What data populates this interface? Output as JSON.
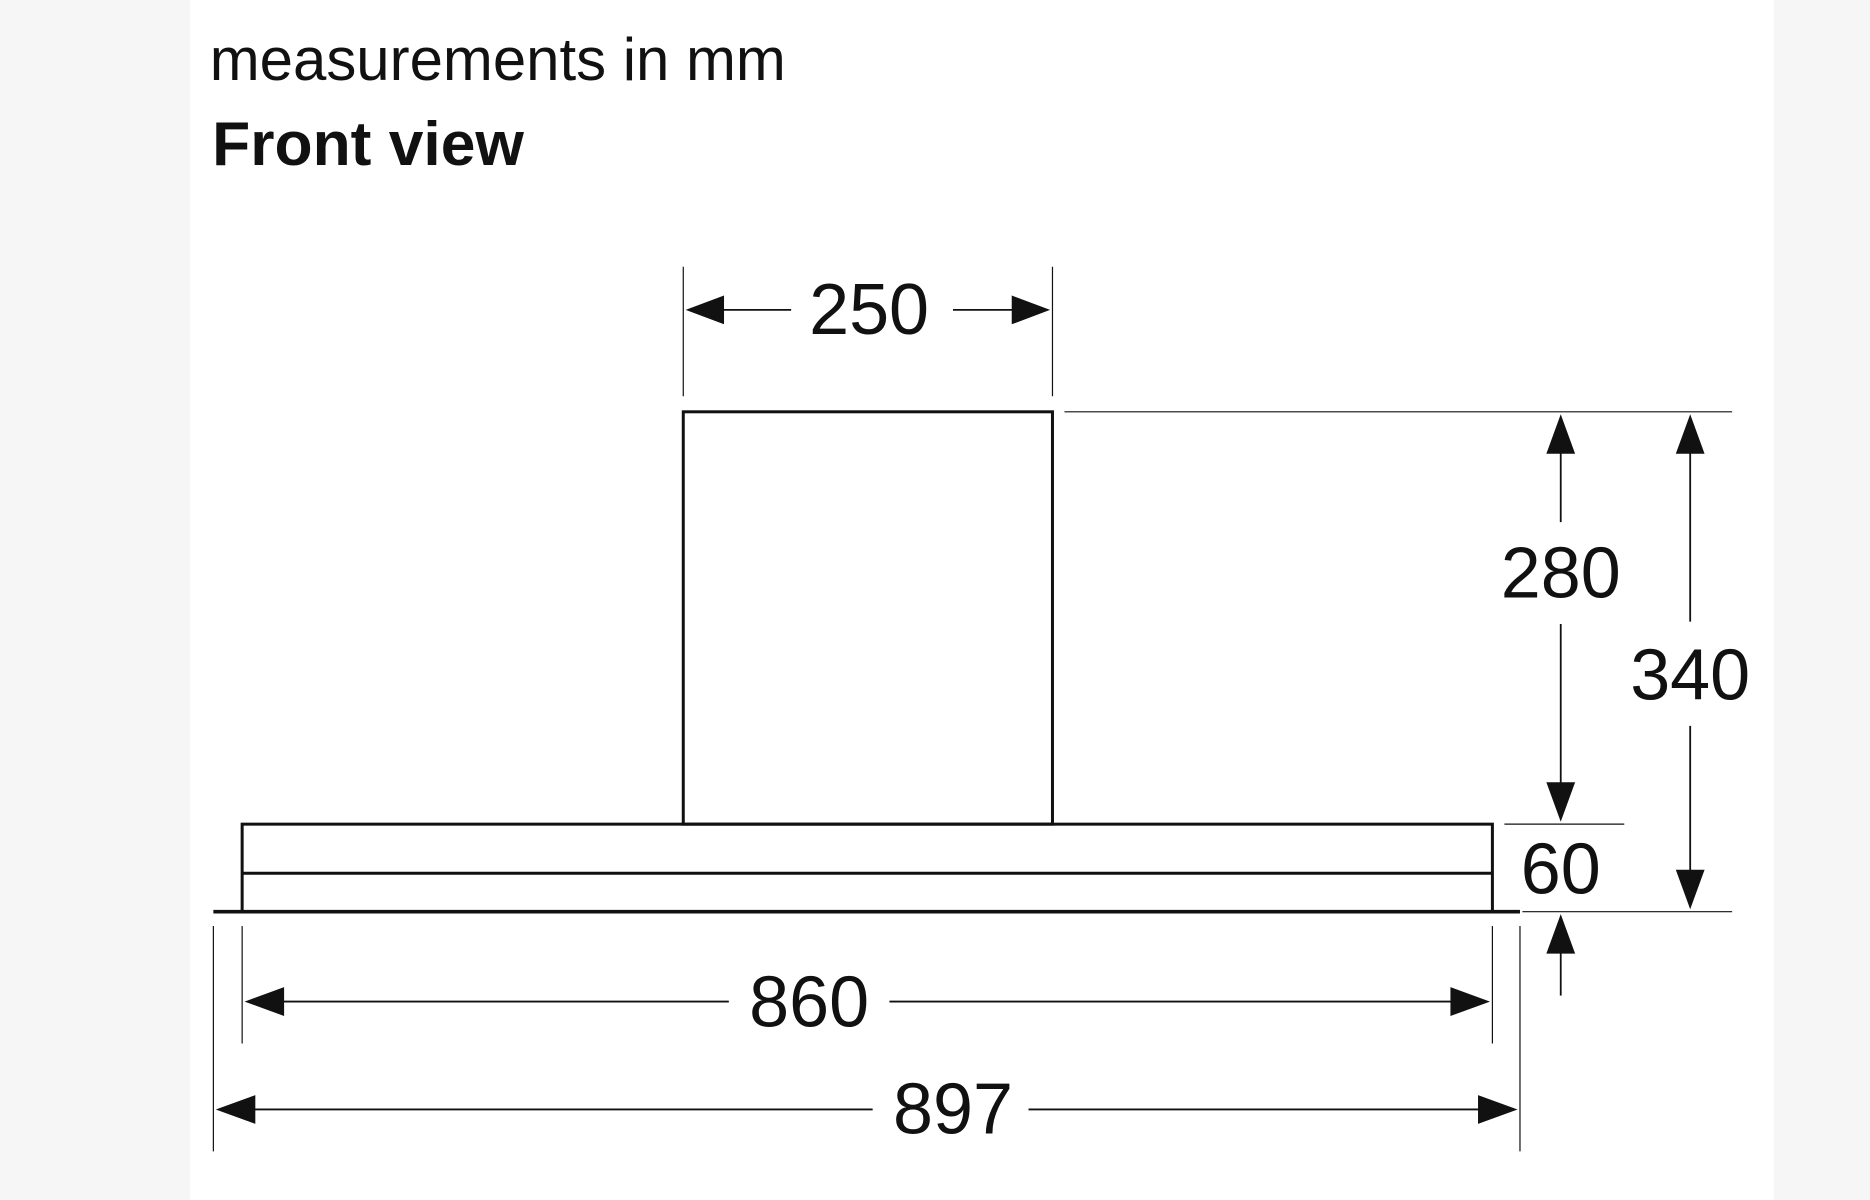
{
  "header": {
    "units_note": "measurements in mm",
    "view_title": "Front view"
  },
  "dimensions": {
    "chimney_width": "250",
    "chimney_height": "280",
    "total_height": "340",
    "canopy_height": "60",
    "canopy_width": "860",
    "overall_width": "897"
  }
}
